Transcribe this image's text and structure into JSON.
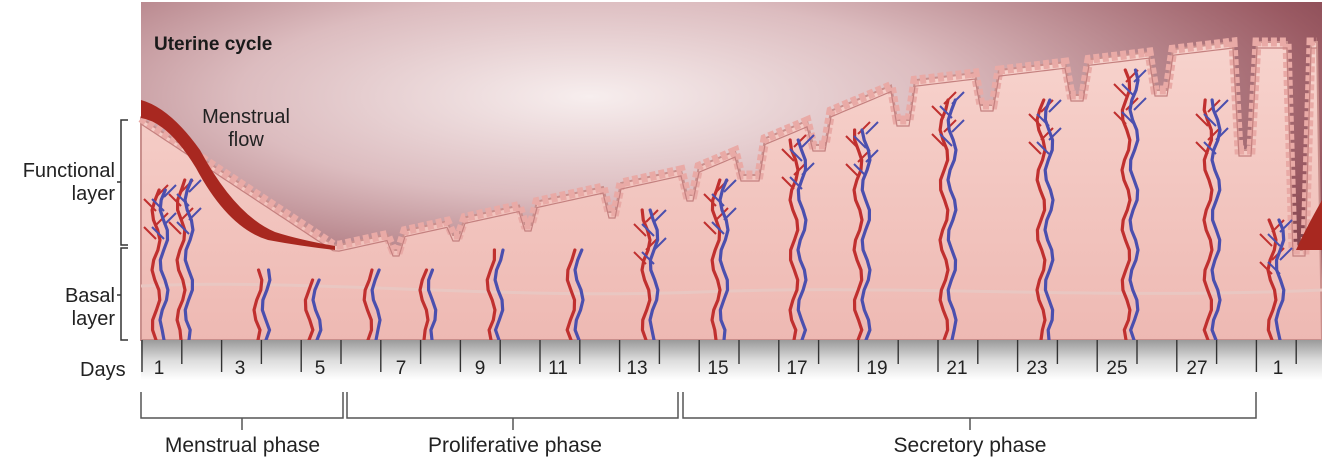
{
  "title": "Uterine cycle",
  "menstrual_flow": [
    "Menstrual",
    "flow"
  ],
  "layers": {
    "functional": [
      "Functional",
      "layer"
    ],
    "basal": [
      "Basal",
      "layer"
    ]
  },
  "days_label": "Days",
  "day_numbers": [
    "1",
    "3",
    "5",
    "7",
    "9",
    "11",
    "13",
    "15",
    "17",
    "19",
    "21",
    "23",
    "25",
    "27",
    "1"
  ],
  "phases": [
    "Menstrual phase",
    "Proliferative phase",
    "Secretory phase"
  ],
  "colors": {
    "background_dark": "#6e2f3a",
    "background_light": "#f6ecec",
    "tissue": "#f2c3bd",
    "tissue_edge": "#c98f8c",
    "epithelium": "#efb7b3",
    "artery": "#c0302f",
    "vein": "#4b4fae",
    "blood": "#a82820"
  }
}
